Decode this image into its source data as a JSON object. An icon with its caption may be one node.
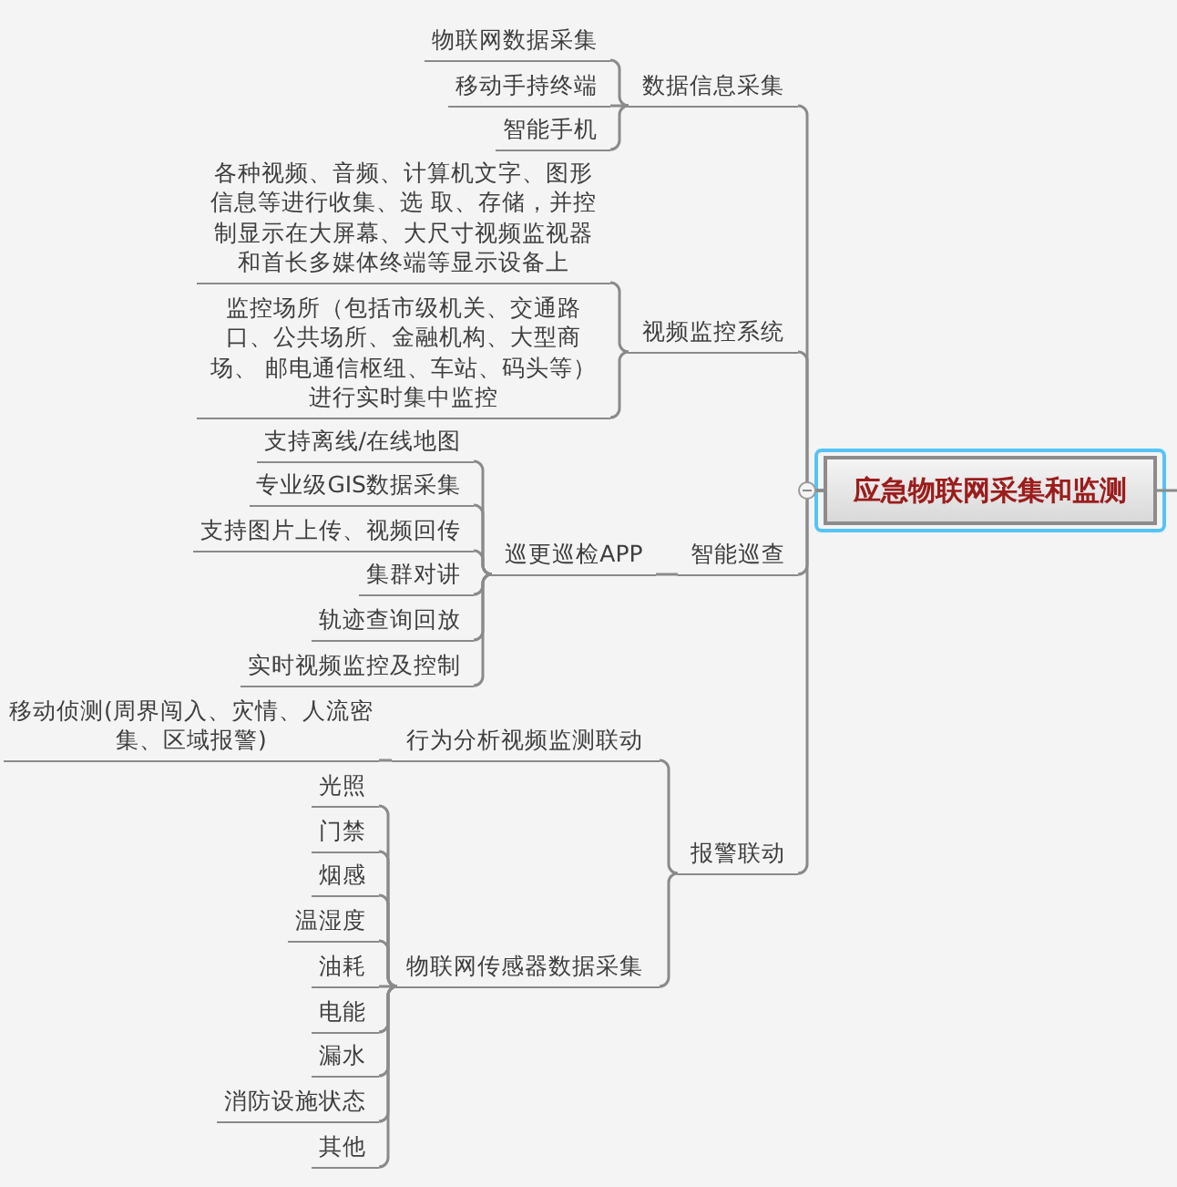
{
  "diagram": {
    "nodes": [
      {
        "text": [
          "应急物联网采集和监测"
        ]
      },
      {
        "text": [
          "数据信息采集"
        ]
      },
      {
        "text": [
          "物联网数据采集"
        ]
      },
      {
        "text": [
          "移动手持终端"
        ]
      },
      {
        "text": [
          "智能手机"
        ]
      },
      {
        "text": [
          "视频监控系统"
        ]
      },
      {
        "text": [
          "各种视频、音频、计算机文字、图形信息等进行收集、选 取、存储，并控制显示在大屏幕、大尺寸视频监视器和首长多媒体终端等显示设备上"
        ]
      },
      {
        "text": [
          "监控场所（包括市级机关、交通路口、公共场所、金融机构、大型商场、 邮电通信枢纽、车站、码头等）进行实时集中监控"
        ]
      },
      {
        "text": [
          "智能巡查"
        ]
      },
      {
        "text": [
          "巡更巡检APP"
        ]
      },
      {
        "text": [
          "支持离线/在线地图"
        ]
      },
      {
        "text": [
          "专业级GIS数据采集"
        ]
      },
      {
        "text": [
          "支持图片上传、视频回传"
        ]
      },
      {
        "text": [
          "集群对讲"
        ]
      },
      {
        "text": [
          "轨迹查询回放"
        ]
      },
      {
        "text": [
          "实时视频监控及控制"
        ]
      },
      {
        "text": [
          "报警联动"
        ]
      },
      {
        "text": [
          "行为分析视频监测联动"
        ]
      },
      {
        "text": [
          "移动侦测(周界闯入、灾情、人流密集、区域报警)"
        ]
      },
      {
        "text": [
          "物联网传感器数据采集"
        ]
      },
      {
        "text": [
          "光照"
        ]
      },
      {
        "text": [
          "门禁"
        ]
      },
      {
        "text": [
          "烟感"
        ]
      },
      {
        "text": [
          "温湿度"
        ]
      },
      {
        "text": [
          "油耗"
        ]
      },
      {
        "text": [
          "电能"
        ]
      },
      {
        "text": [
          "漏水"
        ]
      },
      {
        "text": [
          "消防设施状态"
        ]
      },
      {
        "text": [
          "其他"
        ]
      }
    ],
    "edges": [
      {
        "from": 0,
        "to": 1,
        "arrow": "none"
      },
      {
        "from": 0,
        "to": 5,
        "arrow": "none"
      },
      {
        "from": 0,
        "to": 8,
        "arrow": "none"
      },
      {
        "from": 0,
        "to": 16,
        "arrow": "none"
      },
      {
        "from": 0,
        "to": null,
        "arrow": "none"
      },
      {
        "from": 1,
        "to": 2,
        "arrow": "none"
      },
      {
        "from": 1,
        "to": 3,
        "arrow": "none"
      },
      {
        "from": 1,
        "to": 4,
        "arrow": "none"
      },
      {
        "from": 5,
        "to": 6,
        "arrow": "none"
      },
      {
        "from": 5,
        "to": 7,
        "arrow": "none"
      },
      {
        "from": 8,
        "to": 9,
        "arrow": "none"
      },
      {
        "from": 9,
        "to": 10,
        "arrow": "none"
      },
      {
        "from": 9,
        "to": 11,
        "arrow": "none"
      },
      {
        "from": 9,
        "to": 12,
        "arrow": "none"
      },
      {
        "from": 9,
        "to": 13,
        "arrow": "none"
      },
      {
        "from": 9,
        "to": 14,
        "arrow": "none"
      },
      {
        "from": 9,
        "to": 15,
        "arrow": "none"
      },
      {
        "from": 16,
        "to": 17,
        "arrow": "none"
      },
      {
        "from": 16,
        "to": 19,
        "arrow": "none"
      },
      {
        "from": 17,
        "to": 18,
        "arrow": "none"
      },
      {
        "from": 19,
        "to": 20,
        "arrow": "none"
      },
      {
        "from": 19,
        "to": 21,
        "arrow": "none"
      },
      {
        "from": 19,
        "to": 22,
        "arrow": "none"
      },
      {
        "from": 19,
        "to": 23,
        "arrow": "none"
      },
      {
        "from": 19,
        "to": 24,
        "arrow": "none"
      },
      {
        "from": 19,
        "to": 25,
        "arrow": "none"
      },
      {
        "from": 19,
        "to": 26,
        "arrow": "none"
      },
      {
        "from": 19,
        "to": 27,
        "arrow": "none"
      },
      {
        "from": 19,
        "to": 28,
        "arrow": "none"
      }
    ]
  }
}
